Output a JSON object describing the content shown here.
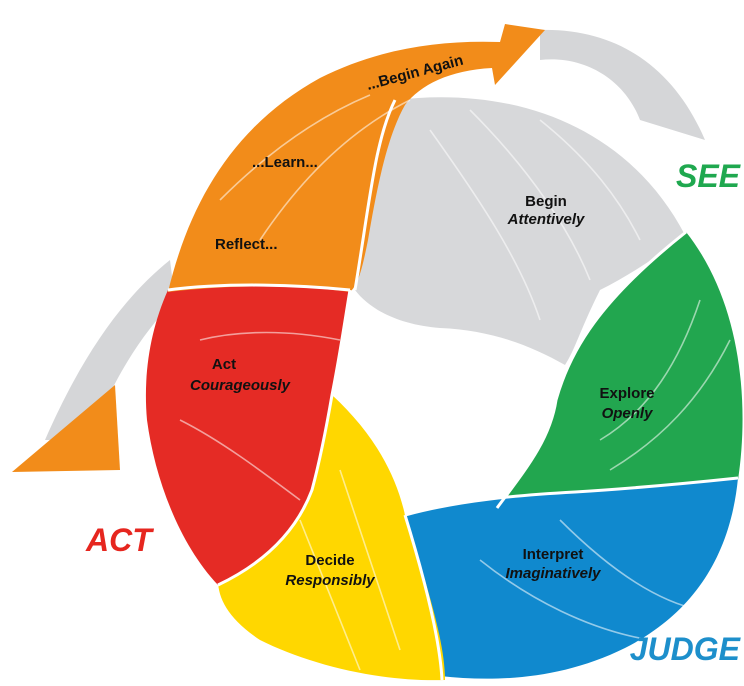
{
  "phases": {
    "see": {
      "label": "SEE",
      "color": "#1FA84F"
    },
    "judge": {
      "label": "JUDGE",
      "color": "#1D8FCB"
    },
    "act": {
      "label": "ACT",
      "color": "#E6261F"
    }
  },
  "segments": {
    "begin": {
      "title": "Begin",
      "subtitle": "Attentively",
      "color": "#D7D8DA"
    },
    "explore": {
      "title": "Explore",
      "subtitle": "Openly",
      "color": "#22A64F"
    },
    "interpret": {
      "title": "Interpret",
      "subtitle": "Imaginatively",
      "color": "#1089CE"
    },
    "decide": {
      "title": "Decide",
      "subtitle": "Responsibly",
      "color": "#FFD700"
    },
    "act": {
      "title": "Act",
      "subtitle": "Courageously",
      "color": "#E52B25"
    },
    "reflect": {
      "label": "Reflect...",
      "color": "#F28C1A"
    },
    "learn": {
      "label": "...Learn..."
    },
    "begin_again": {
      "label": "...Begin Again"
    }
  }
}
